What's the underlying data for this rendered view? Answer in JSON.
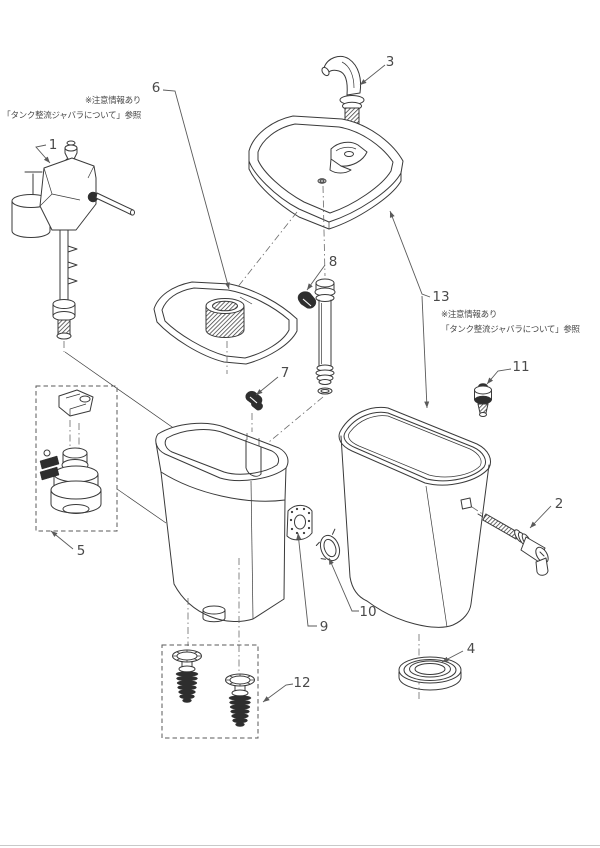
{
  "diagram": {
    "background_color": "#ffffff",
    "line_color": "#3a3a3a",
    "label_color": "#4a4a4a"
  },
  "parts": [
    {
      "number": "1"
    },
    {
      "number": "2"
    },
    {
      "number": "3"
    },
    {
      "number": "4"
    },
    {
      "number": "5"
    },
    {
      "number": "6"
    },
    {
      "number": "7"
    },
    {
      "number": "8"
    },
    {
      "number": "9"
    },
    {
      "number": "10"
    },
    {
      "number": "11"
    },
    {
      "number": "12"
    },
    {
      "number": "13"
    }
  ],
  "notes": [
    {
      "lines": [
        "※注意情報あり",
        "「タンク整流ジャバラについて」参照"
      ]
    },
    {
      "lines": [
        "※注意情報あり",
        "「タンク整流ジャバラについて」参照"
      ]
    }
  ]
}
